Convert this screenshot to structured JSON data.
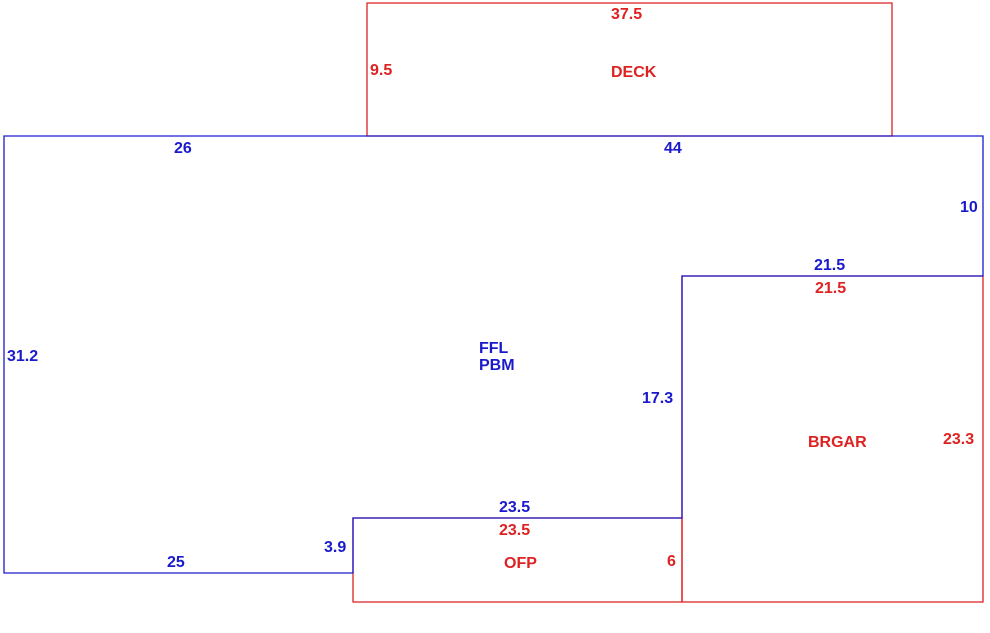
{
  "colors": {
    "living": "#1a1acc",
    "other": "#dd2222"
  },
  "areas": {
    "main": {
      "line1": "FFL",
      "line2": "PBM"
    },
    "deck": {
      "name": "DECK"
    },
    "garage": {
      "name": "BRGAR"
    },
    "porch": {
      "name": "OFP"
    }
  },
  "dimensions": {
    "deck_top": "37.5",
    "deck_left": "9.5",
    "main_top_left": "26",
    "main_top_right": "44",
    "main_right": "10",
    "main_garage_edge": "21.5",
    "main_left": "31.2",
    "main_inner": "17.3",
    "main_porch_edge": "23.5",
    "main_bottom": "25",
    "main_step": "3.9",
    "garage_top": "21.5",
    "garage_right": "23.3",
    "porch_top": "23.5",
    "porch_right": "6"
  }
}
